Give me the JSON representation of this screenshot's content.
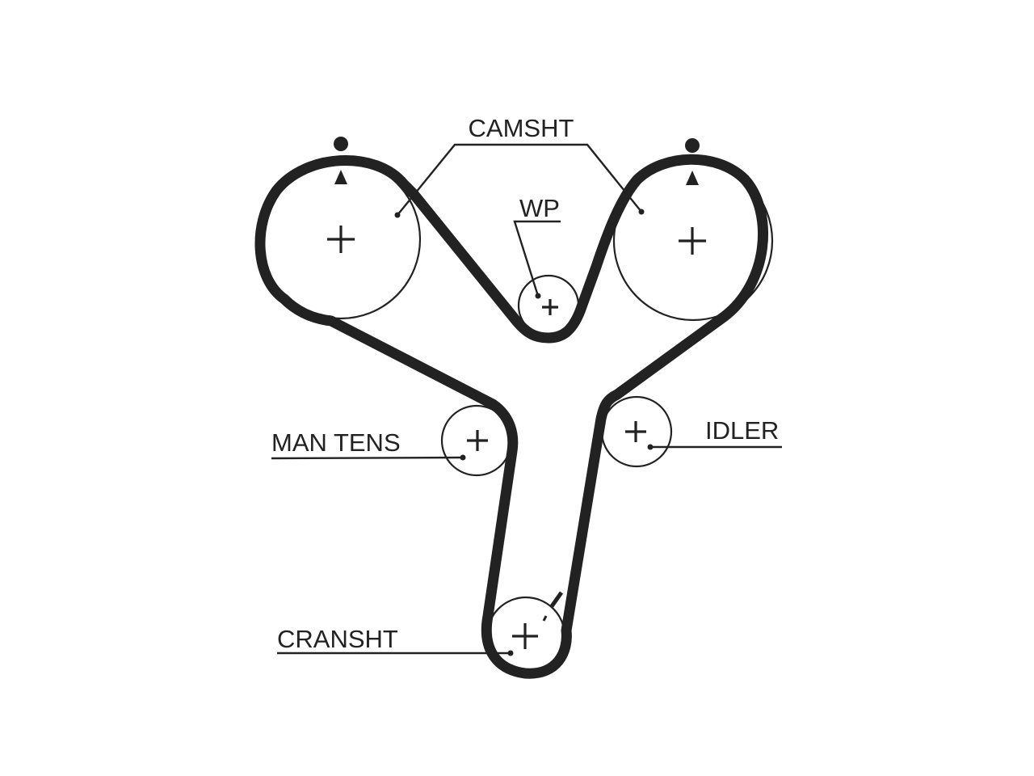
{
  "labels": {
    "camshaft": "CAMSHT",
    "water_pump": "WP",
    "manual_tensioner": "MAN TENS",
    "idler": "IDLER",
    "crankshaft": "CRANSHT"
  },
  "colors": {
    "ink": "#222222",
    "background": "#ffffff"
  }
}
